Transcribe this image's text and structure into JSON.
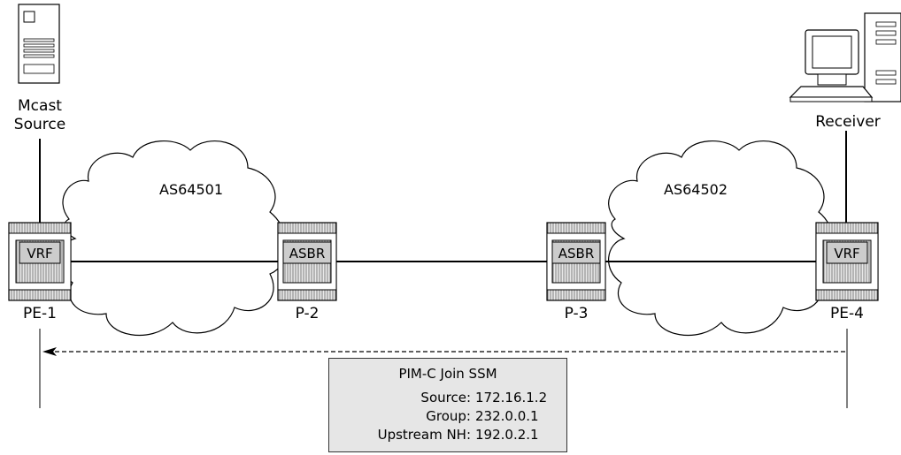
{
  "nodes": {
    "source": {
      "label_line1": "Mcast",
      "label_line2": "Source",
      "icon": "server-icon"
    },
    "receiver": {
      "label": "Receiver",
      "icon": "desktop-computer-icon"
    },
    "pe1": {
      "label": "PE-1",
      "inner_label": "VRF",
      "icon": "router-icon"
    },
    "p2": {
      "label": "P-2",
      "inner_label": "ASBR",
      "icon": "router-icon"
    },
    "p3": {
      "label": "P-3",
      "inner_label": "ASBR",
      "icon": "router-icon"
    },
    "pe4": {
      "label": "PE-4",
      "inner_label": "VRF",
      "icon": "router-icon"
    }
  },
  "clouds": {
    "left": {
      "label": "AS64501"
    },
    "right": {
      "label": "AS64502"
    }
  },
  "info_box": {
    "title": "PIM-C Join SSM",
    "rows": [
      {
        "key": "Source:",
        "value": "172.16.1.2"
      },
      {
        "key": "Group:",
        "value": "232.0.0.1"
      },
      {
        "key": "Upstream NH:",
        "value": "192.0.2.1"
      }
    ]
  },
  "colors": {
    "box_fill": "#e6e6e6",
    "line": "#000000"
  }
}
